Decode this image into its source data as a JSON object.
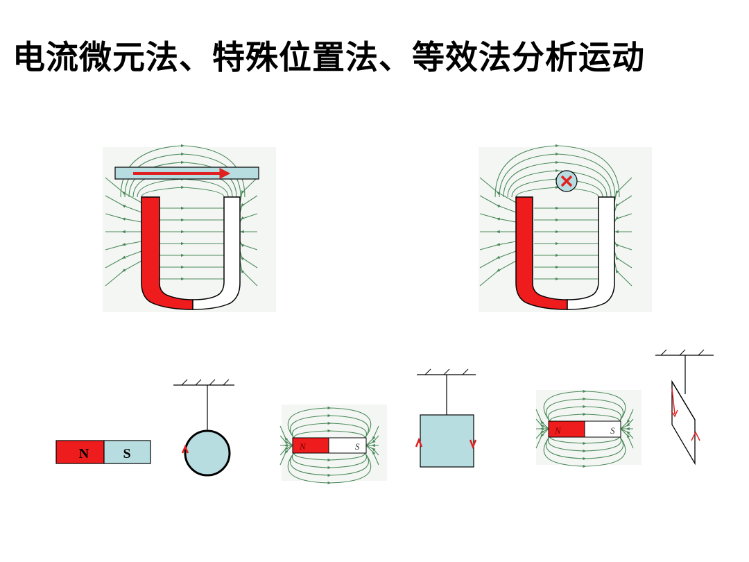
{
  "title": "电流微元法、特殊位置法、等效法分析运动",
  "bar_magnet": {
    "n_label": "N",
    "s_label": "S"
  },
  "small_magnet_left": {
    "n_label": "N",
    "s_label": "S"
  },
  "small_magnet_right": {
    "n_label": "N",
    "s_label": "S"
  },
  "colors": {
    "red": "#ee1c1c",
    "light_blue": "#b7dde1",
    "field_green": "#4a8a5a",
    "arrow_red": "#e02020",
    "black": "#000000"
  },
  "icons": [
    "cross-icon",
    "arrow-icon"
  ]
}
